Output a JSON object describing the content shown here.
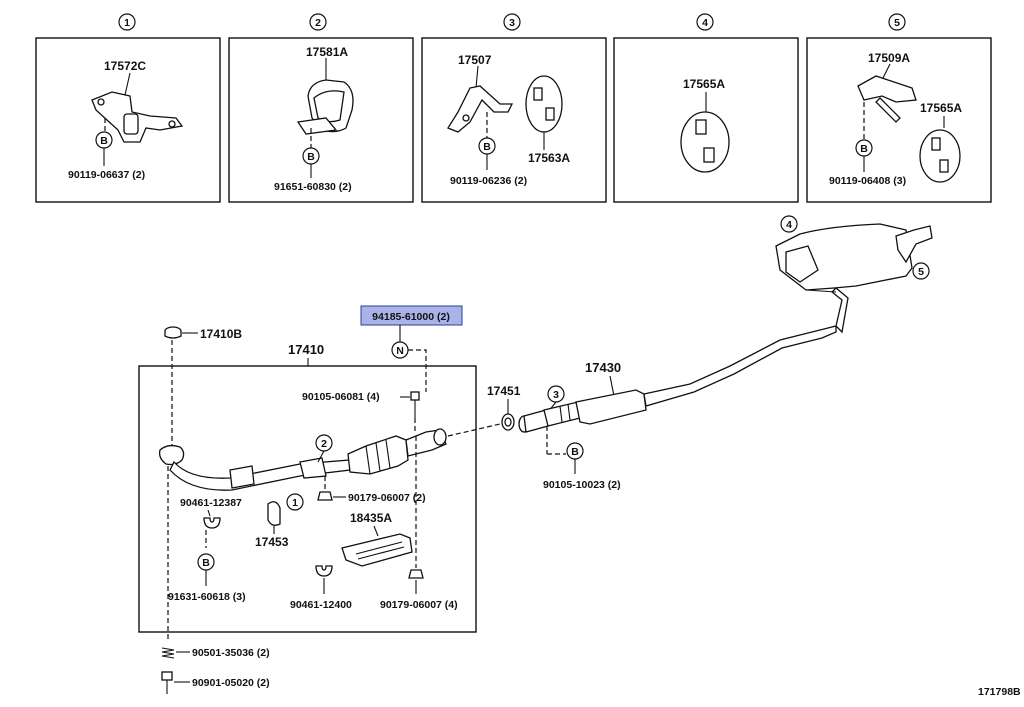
{
  "insets": [
    {
      "num": "1",
      "parts": [
        "17572C",
        "90119-06637 (2)"
      ],
      "letter": "B"
    },
    {
      "num": "2",
      "parts": [
        "17581A",
        "91651-60830 (2)"
      ],
      "letter": "B"
    },
    {
      "num": "3",
      "parts": [
        "17507",
        "17563A",
        "90119-06236 (2)"
      ],
      "letter": "B"
    },
    {
      "num": "4",
      "parts": [
        "17565A"
      ]
    },
    {
      "num": "5",
      "parts": [
        "17509A",
        "17565A",
        "90119-06408 (3)"
      ],
      "letter": "B"
    }
  ],
  "main": {
    "highlighted_part": "94185-61000 (2)",
    "highlight_color": "#a9b3e8",
    "N_letter": "N",
    "B_letter": "B",
    "labels": {
      "p17410B": "17410B",
      "p17410": "17410",
      "p90105_06081": "90105-06081 (4)",
      "p17451": "17451",
      "p17430": "17430",
      "p90105_10023": "90105-10023 (2)",
      "p90461_12387": "90461-12387",
      "p90179_06007a": "90179-06007 (2)",
      "p17453": "17453",
      "p18435A": "18435A",
      "p91631_60618": "91631-60618 (3)",
      "p90461_12400": "90461-12400",
      "p90179_06007b": "90179-06007 (4)",
      "p90501_35036": "90501-35036 (2)",
      "p90901_05020": "90901-05020 (2)"
    },
    "callouts": {
      "c1": "1",
      "c2": "2",
      "c3": "3",
      "c4": "4",
      "c5": "5"
    }
  },
  "figure_id": "171798B"
}
